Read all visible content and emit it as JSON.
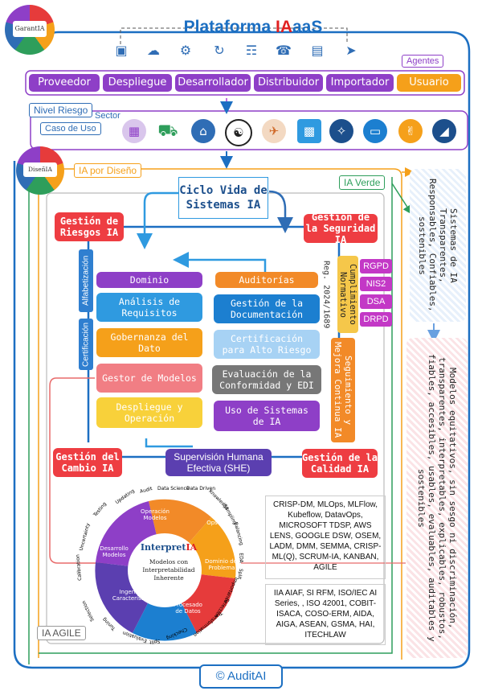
{
  "header": {
    "title_pre": "Plataforma ",
    "title_red": "IA",
    "title_post": "aaS",
    "logo_top_text": "GarantIA",
    "logo_mid_text": "DiseñIA"
  },
  "top_icons": [
    "monitor-icon",
    "cloud-icon",
    "hand-gear-icon",
    "refresh-icon",
    "network-icon",
    "phone-icon",
    "servers-icon",
    "signpost-icon"
  ],
  "agentes": {
    "label": "Agentes",
    "items": [
      "Proveedor",
      "Despliegue",
      "Desarrollador",
      "Distribuidor",
      "Importador",
      "Usuario"
    ]
  },
  "nivel": {
    "nivel_riesgo": "Nivel Riesgo",
    "sector": "Sector",
    "caso_uso": "Caso de Uso"
  },
  "sector_icons": [
    "building-icon",
    "truck-icon",
    "home-icon",
    "bank-icon",
    "plane-icon",
    "laptop-icon",
    "tower-icon",
    "monitor-icon",
    "handshake-icon",
    "graduation-icon"
  ],
  "labels": {
    "ia_por_diseno": "IA por Diseño",
    "ia_verde": "IA Verde",
    "ia_agile": "IA AGILE",
    "ciclo_vida": "Ciclo Vida de Sistemas IA"
  },
  "corners": {
    "riesgos": "Gestión de Riesgos IA",
    "seguridad": "Gestión de la Seguridad IA",
    "cambio": "Gestión del Cambio IA",
    "calidad": "Gestión de la Calidad IA",
    "supervision": "Supervisión Humana Efectiva (SHE)"
  },
  "side": {
    "alfabetizacion": "Alfabetización",
    "certificacion": "Certificación"
  },
  "left_col": {
    "header": "Dominio",
    "items": [
      "Análisis de Requisitos",
      "Gobernanza del Dato",
      "Gestor de Modelos",
      "Despliegue y Operación"
    ]
  },
  "right_col": {
    "header": "Auditorías",
    "items": [
      "Gestión de la Documentación",
      "Certificación para Alto Riesgo",
      "Evaluación de la Conformidad y EDI",
      "Uso de Sistemas de IA"
    ]
  },
  "cumplimiento": {
    "label": "Cumplimiento Normativo",
    "reg": "Reg. 2024/1689",
    "items": [
      "RGPD",
      "NIS2",
      "DSA",
      "DRPD"
    ]
  },
  "seguimiento": "Seguimiento y Mejora Continua IA",
  "interpret": {
    "title_pre": "Interpret",
    "title_red": "IA",
    "subtitle": "Modelos con Interpretabilidad Inherente",
    "segments": [
      "Operación Modelos",
      "Ops",
      "Dominio del Problema",
      "Procesado de Datos",
      "Ingeniería Características",
      "Desarrollo Modelos"
    ],
    "ring_words": [
      "Data Science",
      "Data Driven",
      "Knowledge",
      "Sampling",
      "Balancing",
      "EDA",
      "Split",
      "Importance",
      "Selection",
      "Transformation",
      "Checking",
      "Split",
      "Evaluation",
      "Tuning",
      "Selection",
      "Calibration",
      "Uncertainty",
      "Testing",
      "Updating",
      "Audit"
    ]
  },
  "methods_box": "CRISP-DM, MLOps, MLFlow, Kubeflow, DatavOps, MICROSOFT TDSP, AWS LENS, GOOGLE DSW, OSEM, LADM, DMM, SEMMA, CRISP-ML(Q), SCRUM-IA, KANBAN, AGILE",
  "frameworks_box": "IIA AIAF, SI RFM, ISO/IEC AI Series, , ISO 42001, COBIT-ISACA, COSO-ERM, AIDA, AIGA, ASEAN, GSMA, HAI, ITECHLAW",
  "right_panel_top": "Sistemas de IA Transparentes, Responsables, Confiables, sostenibles",
  "right_panel_bottom": "Modelos equitativos, sin sesgo ni discriminación, transparentes, interpretables, explicables, robustos, fiables, accesibles, usables, evaluables, auditables y sostenibles",
  "footer": "© AuditAI",
  "colors": {
    "blue": "#1c6fc2",
    "purple": "#8e3fc7",
    "red": "#ee3d42",
    "orange": "#f5a01a"
  }
}
